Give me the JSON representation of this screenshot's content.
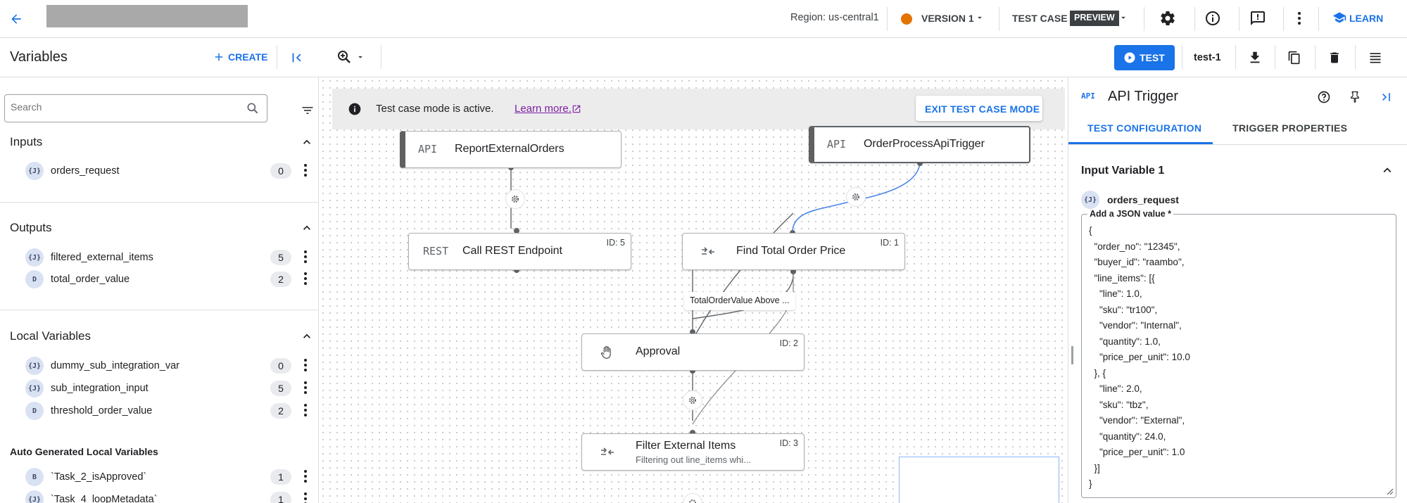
{
  "header": {
    "region": "Region: us-central1",
    "version_label": "VERSION 1",
    "version_status_color": "#e37400",
    "test_case_label": "TEST CASE",
    "preview_badge": "PREVIEW",
    "learn_label": "LEARN"
  },
  "toolbar": {
    "test_button": "TEST",
    "test_case_name": "test-1"
  },
  "variables_panel": {
    "title": "Variables",
    "create_label": "CREATE",
    "search_placeholder": "Search",
    "inputs": {
      "title": "Inputs",
      "items": [
        {
          "badge": "{J}",
          "name": "orders_request",
          "count": "0"
        }
      ]
    },
    "outputs": {
      "title": "Outputs",
      "items": [
        {
          "badge": "{J}",
          "name": "filtered_external_items",
          "count": "5"
        },
        {
          "badge": "D",
          "name": "total_order_value",
          "count": "2"
        }
      ]
    },
    "local": {
      "title": "Local Variables",
      "items": [
        {
          "badge": "{J}",
          "name": "dummy_sub_integration_var",
          "count": "0"
        },
        {
          "badge": "{J}",
          "name": "sub_integration_input",
          "count": "5"
        },
        {
          "badge": "D",
          "name": "threshold_order_value",
          "count": "2"
        }
      ]
    },
    "auto": {
      "title": "Auto Generated Local Variables",
      "items": [
        {
          "badge": "B",
          "name": "`Task_2_isApproved`",
          "count": "1"
        },
        {
          "badge": "{J}",
          "name": "`Task_4_loopMetadata`",
          "count": "1"
        }
      ]
    }
  },
  "canvas": {
    "banner": {
      "text": "Test case mode is active.",
      "link": "Learn more.",
      "exit_button": "EXIT TEST CASE MODE"
    },
    "nodes": {
      "report_external_orders": {
        "icon": "API",
        "title": "ReportExternalOrders"
      },
      "order_process_api_trigger": {
        "icon": "API",
        "title": "OrderProcessApiTrigger"
      },
      "call_rest_endpoint": {
        "icon": "REST",
        "title": "Call REST Endpoint",
        "id": "ID: 5"
      },
      "find_total_order_price": {
        "title": "Find Total Order Price",
        "id": "ID: 1"
      },
      "approval": {
        "title": "Approval",
        "id": "ID: 2"
      },
      "filter_external_items": {
        "title": "Filter External Items",
        "subtitle": "Filtering out line_items whi...",
        "id": "ID: 3"
      }
    },
    "edge_label": "TotalOrderValue Above ..."
  },
  "right_panel": {
    "icon": "API",
    "title": "API Trigger",
    "tabs": [
      "TEST CONFIGURATION",
      "TRIGGER PROPERTIES"
    ],
    "section_title": "Input Variable 1",
    "variable_badge": "{J}",
    "variable_name": "orders_request",
    "json_label": "Add a JSON value *",
    "json_value": "{\n  \"order_no\": \"12345\",\n  \"buyer_id\": \"raambo\",\n  \"line_items\": [{\n    \"line\": 1.0,\n    \"sku\": \"tr100\",\n    \"vendor\": \"Internal\",\n    \"quantity\": 1.0,\n    \"price_per_unit\": 10.0\n  }, {\n    \"line\": 2.0,\n    \"sku\": \"tbz\",\n    \"vendor\": \"External\",\n    \"quantity\": 24.0,\n    \"price_per_unit\": 1.0\n  }]\n}"
  },
  "colors": {
    "accent": "#1a73e8",
    "link": "#7b1fa2"
  }
}
